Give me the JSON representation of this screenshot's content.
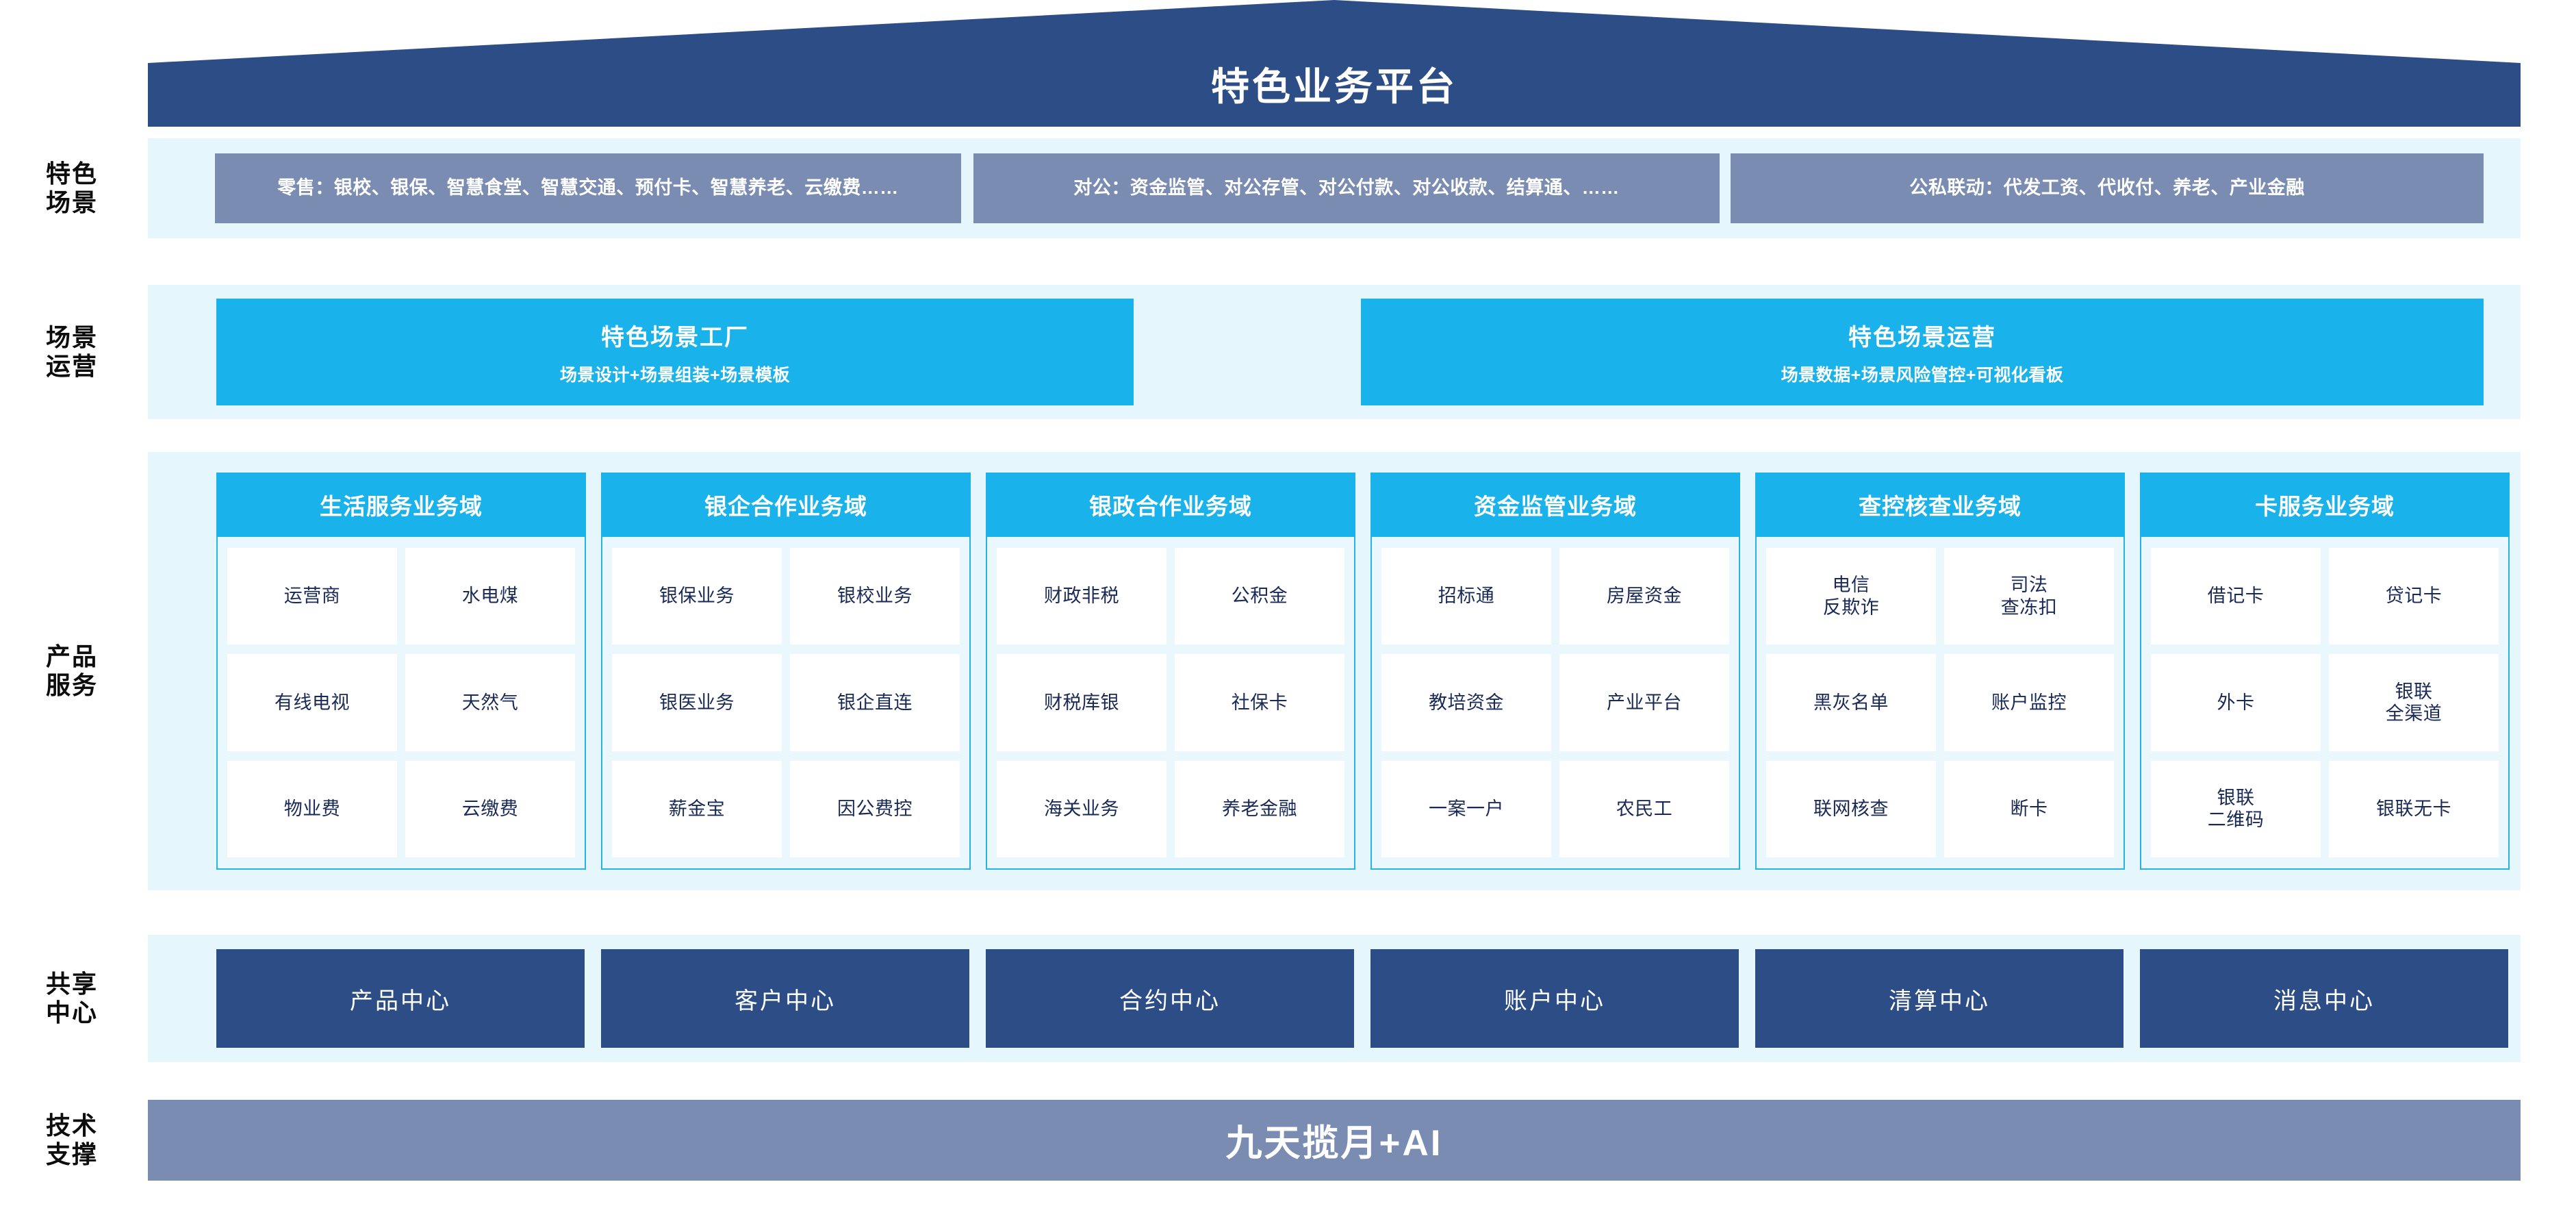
{
  "header": {
    "title": "特色业务平台",
    "colors": {
      "roof": "#2d4d87",
      "band": "#e6f6fd",
      "cyan": "#19b2ea",
      "slate": "#7b8cb2",
      "navy": "#2d4d87"
    }
  },
  "row_labels": {
    "scenario": [
      "特色",
      "场景"
    ],
    "operation": [
      "场景",
      "运营"
    ],
    "products": [
      "产品",
      "服务"
    ],
    "shared": [
      "共享",
      "中心"
    ],
    "tech": [
      "技术",
      "支撑"
    ]
  },
  "scenario_row": {
    "boxes": [
      {
        "text": "零售：银校、银保、智慧食堂、智慧交通、预付卡、智慧养老、云缴费……"
      },
      {
        "text": "对公：资金监管、对公存管、对公付款、对公收款、结算通、……"
      },
      {
        "text": "公私联动：代发工资、代收付、养老、产业金融"
      }
    ]
  },
  "operation_row": {
    "boxes": [
      {
        "title": "特色场景工厂",
        "subtitle": "场景设计+场景组装+场景模板"
      },
      {
        "title": "特色场景运营",
        "subtitle": "场景数据+场景风险管控+可视化看板"
      }
    ]
  },
  "product_row": {
    "domains": [
      {
        "title": "生活服务业务域",
        "items": [
          "运营商",
          "水电煤",
          "有线电视",
          "天然气",
          "物业费",
          "云缴费"
        ]
      },
      {
        "title": "银企合作业务域",
        "items": [
          "银保业务",
          "银校业务",
          "银医业务",
          "银企直连",
          "薪金宝",
          "因公费控"
        ]
      },
      {
        "title": "银政合作业务域",
        "items": [
          "财政非税",
          "公积金",
          "财税库银",
          "社保卡",
          "海关业务",
          "养老金融"
        ]
      },
      {
        "title": "资金监管业务域",
        "items": [
          "招标通",
          "房屋资金",
          "教培资金",
          "产业平台",
          "一案一户",
          "农民工"
        ]
      },
      {
        "title": "查控核查业务域",
        "items": [
          "电信\n反欺诈",
          "司法\n查冻扣",
          "黑灰名单",
          "账户监控",
          "联网核查",
          "断卡"
        ]
      },
      {
        "title": "卡服务业务域",
        "items": [
          "借记卡",
          "贷记卡",
          "外卡",
          "银联\n全渠道",
          "银联\n二维码",
          "银联无卡"
        ]
      }
    ]
  },
  "shared_row": {
    "centers": [
      "产品中心",
      "客户中心",
      "合约中心",
      "账户中心",
      "清算中心",
      "消息中心"
    ]
  },
  "tech_row": {
    "label": "九天揽月+AI"
  }
}
